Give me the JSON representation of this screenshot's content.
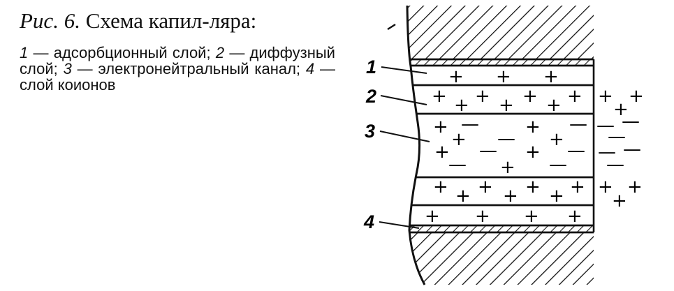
{
  "caption": {
    "lead": "Рис. 6.",
    "rest": "Схема капил-ляра:",
    "legend": [
      {
        "num": "1",
        "text": "— адсорбционный слой;"
      },
      {
        "num": "2",
        "text": "— диффузный слой;"
      },
      {
        "num": "3",
        "text": "— электронейтральный канал;"
      },
      {
        "num": "4",
        "text": "— слой коионов"
      }
    ]
  },
  "diagram": {
    "labels": [
      "1",
      "2",
      "3",
      "4"
    ],
    "plus": "+",
    "minus": "—"
  }
}
